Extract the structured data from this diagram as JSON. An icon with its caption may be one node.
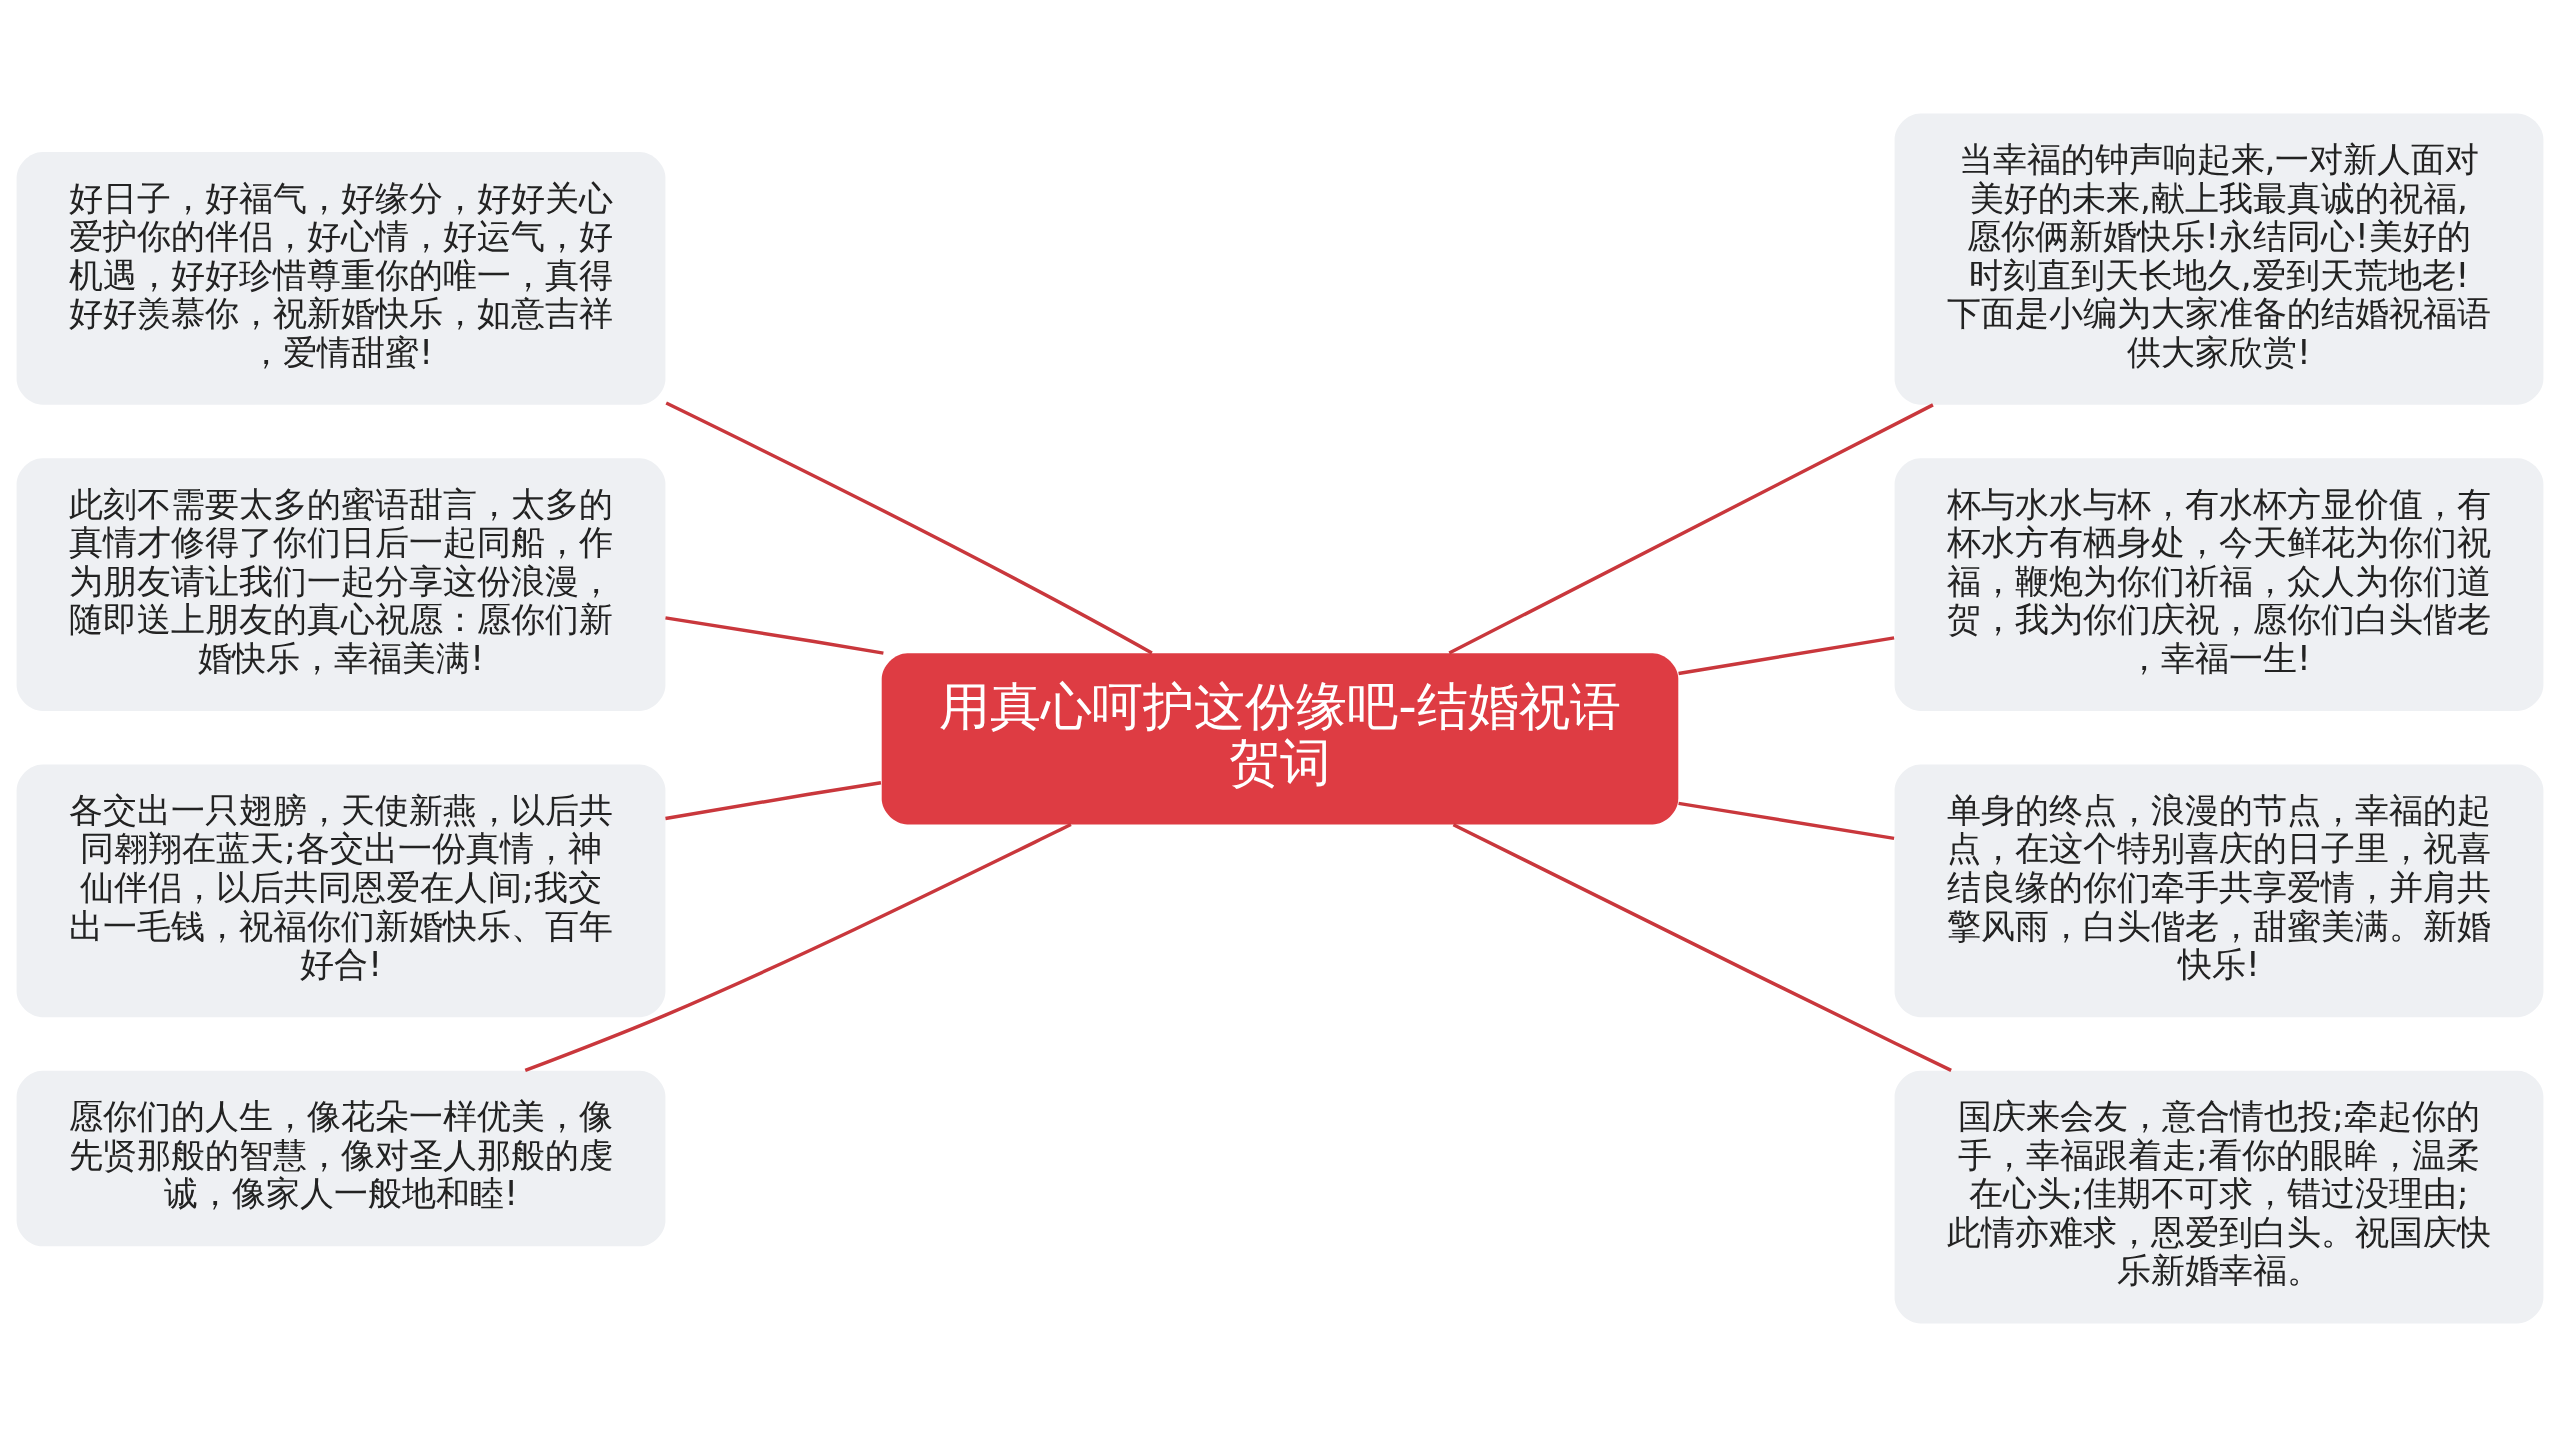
{
  "diagram": {
    "nodes": [
      {
        "text": [
          "用真心呵护这份缘吧-结婚祝语贺词"
        ]
      },
      {
        "text": [
          "好日子，好福气，好缘分，好好关心爱护你的伴侣，好心情，好运气，好机遇，好好珍惜尊重你的唯一，真得好好羡慕你，祝新婚快乐，如意吉祥，爱情甜蜜!"
        ]
      },
      {
        "text": [
          "此刻不需要太多的蜜语甜言，太多的真情才修得了你们日后一起同船，作为朋友请让我们一起分享这份浪漫，随即送上朋友的真心祝愿：愿你们新婚快乐，幸福美满!"
        ]
      },
      {
        "text": [
          "各交出一只翅膀，天使新燕，以后共同翱翔在蓝天;各交出一份真情，神仙伴侣，以后共同恩爱在人间;我交出一毛钱，祝福你们新婚快乐、百年好合!"
        ]
      },
      {
        "text": [
          "愿你们的人生，像花朵一样优美，像先贤那般的智慧，像对圣人那般的虔诚，像家人一般地和睦!"
        ]
      },
      {
        "text": [
          "当幸福的钟声响起来,一对新人面对美好的未来,献上我最真诚的祝福,愿你俩新婚快乐!永结同心!美好的时刻直到天长地久,爱到天荒地老!下面是小编为大家准备的结婚祝福语供大家欣赏!"
        ]
      },
      {
        "text": [
          "杯与水水与杯，有水杯方显价值，有杯水方有栖身处，今天鲜花为你们祝福，鞭炮为你们祈福，众人为你们道贺，我为你们庆祝，愿你们白头偕老，幸福一生!"
        ]
      },
      {
        "text": [
          "单身的终点，浪漫的节点，幸福的起点，在这个特别喜庆的日子里，祝喜结良缘的你们牵手共享爱情，并肩共擎风雨，白头偕老，甜蜜美满。新婚快乐!"
        ]
      },
      {
        "text": [
          "国庆来会友，意合情也投;牵起你的手，幸福跟着走;看你的眼眸，温柔在心头;佳期不可求，错过没理由;此情亦难求，恩爱到白头。祝国庆快乐新婚幸福。"
        ]
      }
    ],
    "edges": [
      {
        "from": 0,
        "to": 1,
        "arrow": "none"
      },
      {
        "from": 0,
        "to": 2,
        "arrow": "none"
      },
      {
        "from": 0,
        "to": 3,
        "arrow": "none"
      },
      {
        "from": 0,
        "to": 4,
        "arrow": "none"
      },
      {
        "from": 0,
        "to": 5,
        "arrow": "none"
      },
      {
        "from": 0,
        "to": 6,
        "arrow": "none"
      },
      {
        "from": 0,
        "to": 7,
        "arrow": "none"
      },
      {
        "from": 0,
        "to": 8,
        "arrow": "none"
      }
    ]
  }
}
